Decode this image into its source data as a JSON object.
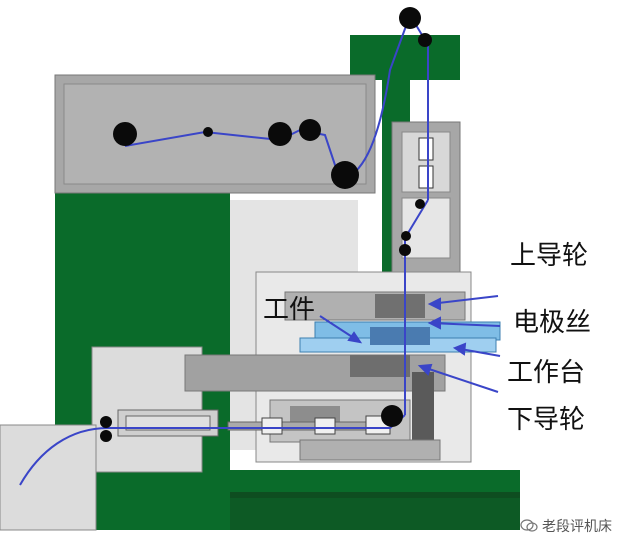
{
  "labels": {
    "upper_guide_wheel": "上导轮",
    "electrode_wire": "电极丝",
    "worktable": "工作台",
    "lower_guide_wheel": "下导轮",
    "workpiece": "工件"
  },
  "watermark": "老段评机床",
  "colors": {
    "machine_green": "#0a6b2a",
    "housing_gray": "#a7a7a7",
    "panel_light": "#e4e4e4",
    "wire_blue": "#3a45c8",
    "workpiece_blue": "#7fbde6",
    "label_text": "#111111"
  }
}
